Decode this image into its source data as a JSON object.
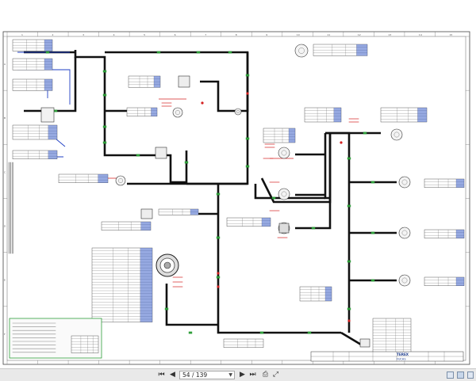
{
  "viewer": {
    "page_current": "54",
    "page_separator": "/",
    "page_total": "139",
    "first_icon": "skip-first-icon",
    "prev_icon": "previous-icon",
    "next_icon": "next-icon",
    "last_icon": "skip-last-icon",
    "print_icon": "print-icon",
    "fit_icon": "fit-page-icon"
  },
  "sheet": {
    "logo_text": "TEREX",
    "logo_sub": "FUCHS",
    "column_markers": [
      "1",
      "2",
      "3",
      "4",
      "5",
      "6",
      "7",
      "8",
      "9",
      "10",
      "11",
      "12",
      "13",
      "14",
      "15"
    ],
    "row_markers": [
      "A",
      "B",
      "C",
      "D",
      "E",
      "F"
    ]
  },
  "colors": {
    "harness": "#111111",
    "wire_blue": "#1f3fc4",
    "wire_red": "#d42020",
    "connector_green": "#2f9e3a",
    "table_blue": "#3f63c8"
  }
}
